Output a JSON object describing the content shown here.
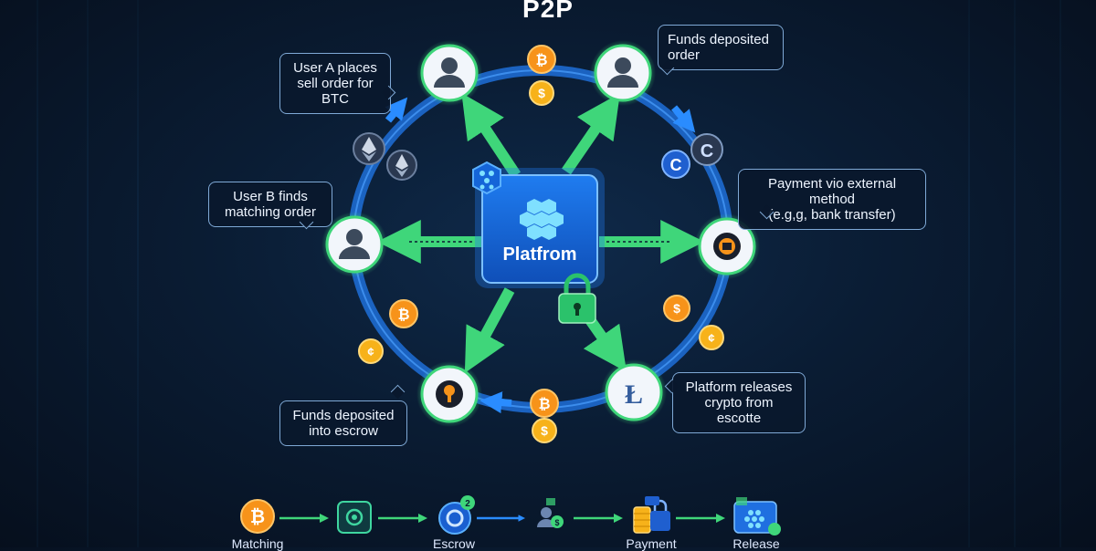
{
  "title": "P2P",
  "platform_label": "Platfrom",
  "callouts": {
    "user_a": [
      "User A places",
      "sell order for BTC"
    ],
    "funds_order": [
      "Funds deposited",
      "order"
    ],
    "user_b": [
      "User B finds",
      "matching order"
    ],
    "payment": [
      "Payment vio external method",
      "(e.g,g, bank transfer)"
    ],
    "escrow": [
      "Funds deposited",
      "into escrow"
    ],
    "release": [
      "Platform releases",
      "crypto from escotte"
    ]
  },
  "steps": [
    {
      "label": "Matching",
      "icon": "bitcoin-icon"
    },
    {
      "label": "Escrow",
      "icon": "escrow-safe-icon"
    },
    {
      "label": "",
      "icon": "token-exchange-icon"
    },
    {
      "label": "",
      "icon": "users-transfer-icon"
    },
    {
      "label": "Payment",
      "icon": "coin-stack-lock-icon"
    },
    {
      "label": "Release",
      "icon": "platform-release-icon"
    }
  ],
  "colors": {
    "ring": "#1f6fd8",
    "arrow_green": "#3fd67a",
    "arrow_blue": "#2a8cff",
    "coin_orange": "#f7931a",
    "platform_blue": "#1565d8",
    "lock_green": "#2bc26b"
  }
}
